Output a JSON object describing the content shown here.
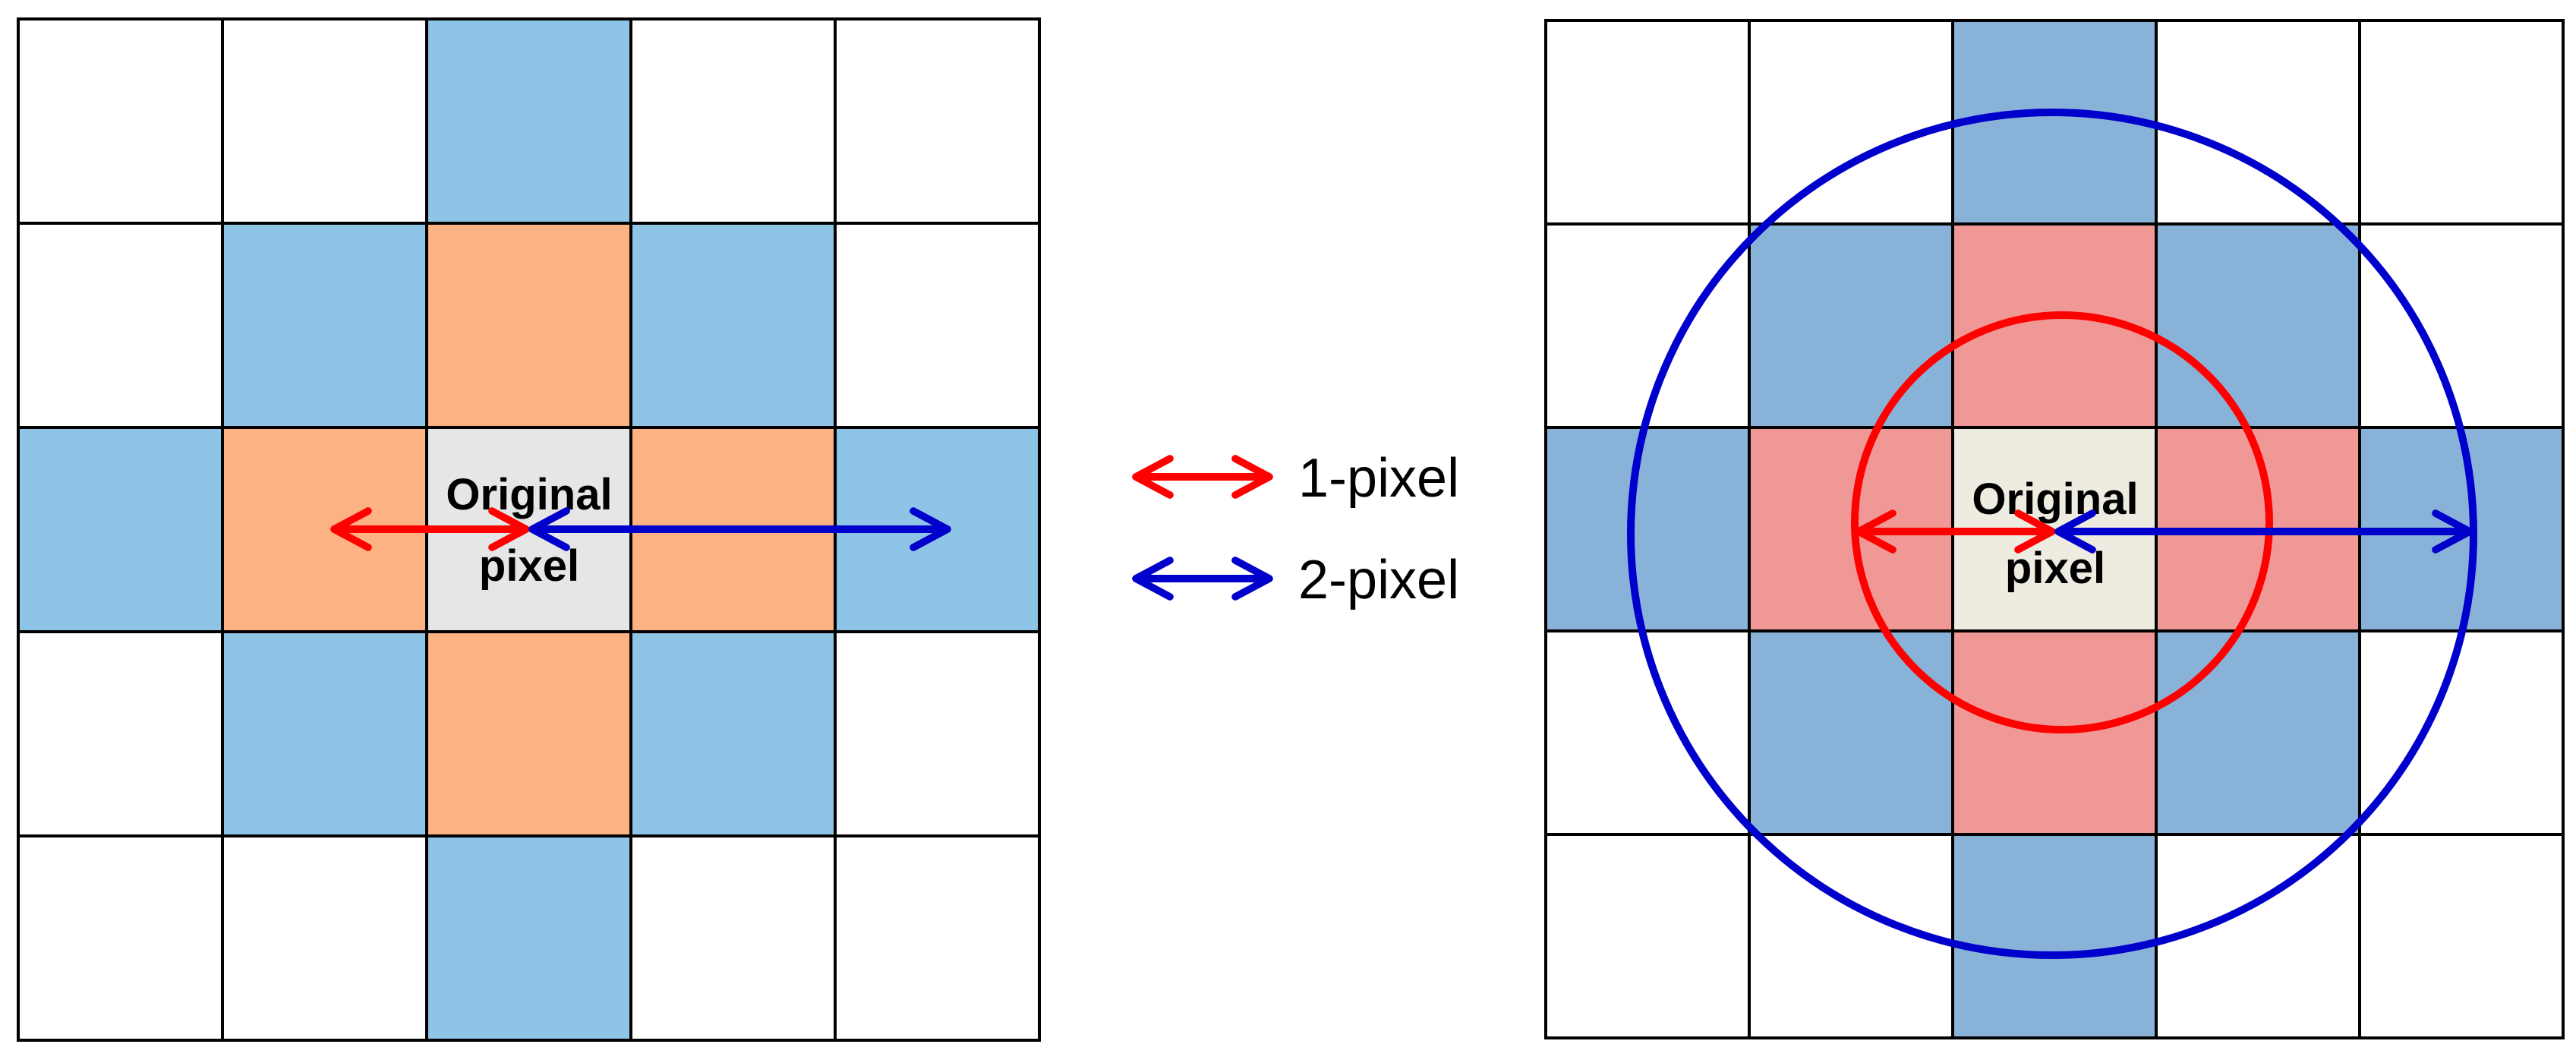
{
  "colors": {
    "grid_line": "#000000",
    "left": {
      "empty": "#ffffff",
      "center": "#e6e6e6",
      "ring1": "#fcb283",
      "ring2": "#8ec4e6"
    },
    "right": {
      "empty": "#ffffff",
      "center": "#eeebe1",
      "ring1": "#ef9895",
      "ring2": "#88b2d8"
    },
    "one_pixel_arrow": "#ff0000",
    "two_pixel_arrow": "#0000cc",
    "one_pixel_circle": "#ff0000",
    "two_pixel_circle": "#0000cc"
  },
  "grid": {
    "rows": 5,
    "cols": 5,
    "center": [
      2,
      2
    ]
  },
  "left_panel": {
    "center_label_line1": "Original",
    "center_label_line2": "pixel"
  },
  "right_panel": {
    "center_label_line1": "Original",
    "center_label_line2": "pixel"
  },
  "legend": {
    "items": [
      {
        "label": "1-pixel",
        "color_key": "one_pixel_arrow"
      },
      {
        "label": "2-pixel",
        "color_key": "two_pixel_arrow"
      }
    ]
  }
}
